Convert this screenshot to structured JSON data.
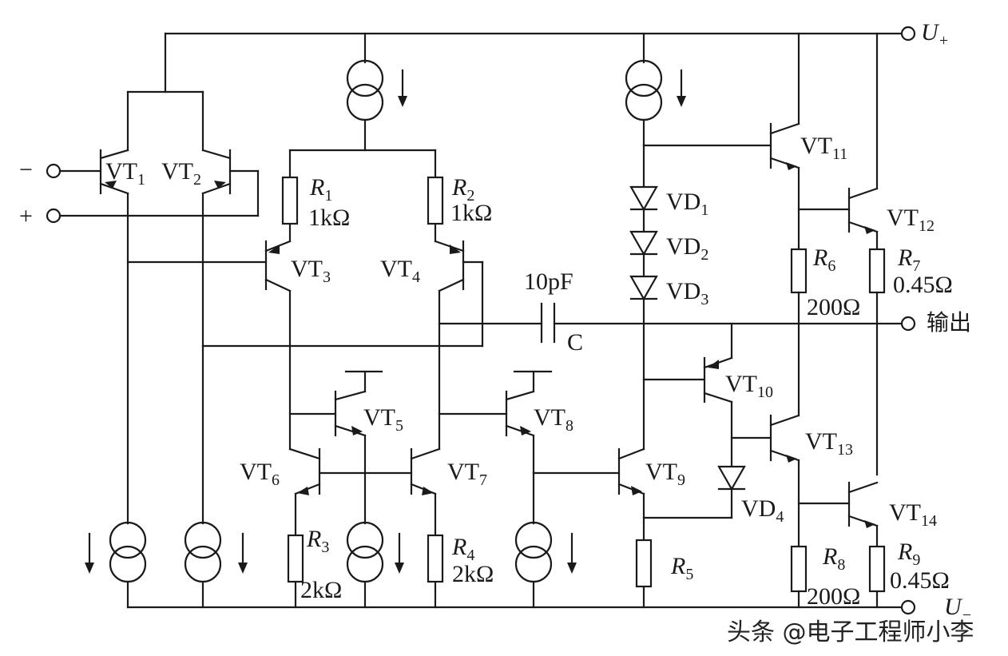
{
  "supply": {
    "positive": "U",
    "positive_sub": "+",
    "negative": "U",
    "negative_sub": "−"
  },
  "inputs": {
    "inverting": "−",
    "non_inverting": "+"
  },
  "output": "输出",
  "compensation_capacitor": {
    "value": "10pF",
    "name": "C"
  },
  "transistors": [
    {
      "base": "VT",
      "sub": "1"
    },
    {
      "base": "VT",
      "sub": "2"
    },
    {
      "base": "VT",
      "sub": "3"
    },
    {
      "base": "VT",
      "sub": "4"
    },
    {
      "base": "VT",
      "sub": "5"
    },
    {
      "base": "VT",
      "sub": "6"
    },
    {
      "base": "VT",
      "sub": "7"
    },
    {
      "base": "VT",
      "sub": "8"
    },
    {
      "base": "VT",
      "sub": "9"
    },
    {
      "base": "VT",
      "sub": "10"
    },
    {
      "base": "VT",
      "sub": "11"
    },
    {
      "base": "VT",
      "sub": "12"
    },
    {
      "base": "VT",
      "sub": "13"
    },
    {
      "base": "VT",
      "sub": "14"
    }
  ],
  "diodes": [
    {
      "base": "VD",
      "sub": "1"
    },
    {
      "base": "VD",
      "sub": "2"
    },
    {
      "base": "VD",
      "sub": "3"
    },
    {
      "base": "VD",
      "sub": "4"
    }
  ],
  "resistors": [
    {
      "name": "R",
      "sub": "1",
      "value": "1kΩ"
    },
    {
      "name": "R",
      "sub": "2",
      "value": "1kΩ"
    },
    {
      "name": "R",
      "sub": "3",
      "value": "2kΩ"
    },
    {
      "name": "R",
      "sub": "4",
      "value": "2kΩ"
    },
    {
      "name": "R",
      "sub": "5",
      "value": ""
    },
    {
      "name": "R",
      "sub": "6",
      "value": "200Ω"
    },
    {
      "name": "R",
      "sub": "7",
      "value": "0.45Ω"
    },
    {
      "name": "R",
      "sub": "8",
      "value": "200Ω"
    },
    {
      "name": "R",
      "sub": "9",
      "value": "0.45Ω"
    }
  ],
  "watermark": "头条 @电子工程师小李"
}
